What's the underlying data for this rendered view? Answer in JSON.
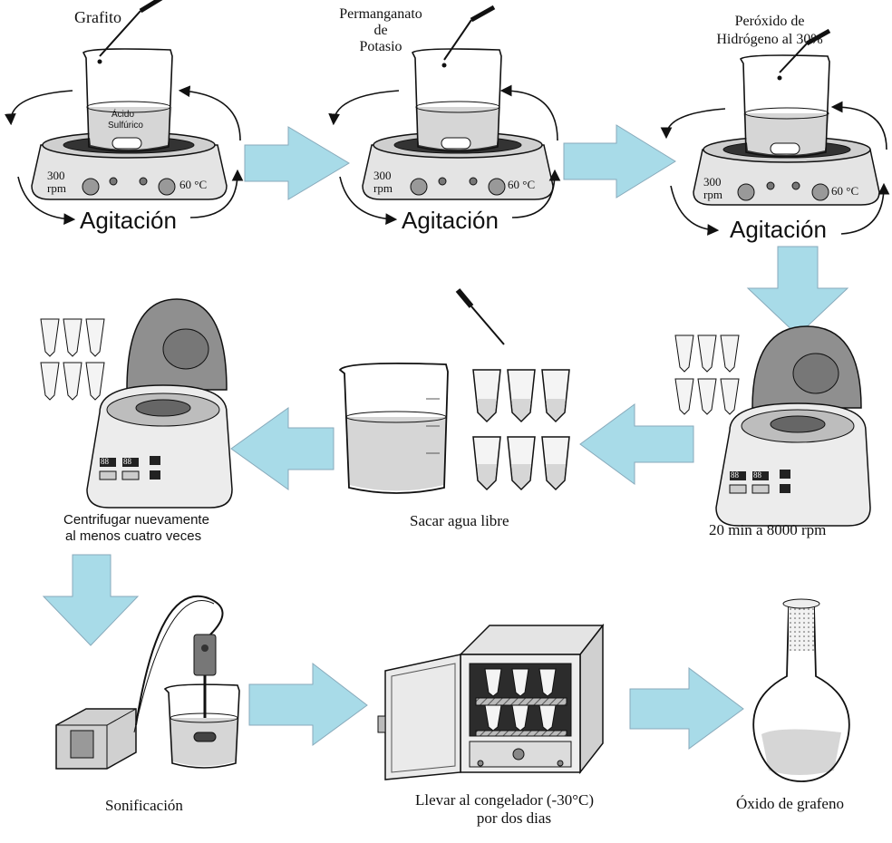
{
  "step1": {
    "reagent": "Grafito",
    "liquid_label_1": "Ácido",
    "liquid_label_2": "Sulfúrico",
    "rpm_value": "300",
    "rpm_unit": "rpm",
    "temp": "60 °C",
    "action": "Agitación"
  },
  "step2": {
    "reagent_1": "Permanganato",
    "reagent_2": "de",
    "reagent_3": "Potasio",
    "rpm_value": "300",
    "rpm_unit": "rpm",
    "temp": "60 °C",
    "action": "Agitación"
  },
  "step3": {
    "reagent_1": "Peróxido de",
    "reagent_2": "Hidrógeno al 30%",
    "rpm_value": "300",
    "rpm_unit": "rpm",
    "temp": "60 °C",
    "action": "Agitación"
  },
  "step4": {
    "caption": "20 min a 8000 rpm",
    "display_1": "88",
    "display_2": "88"
  },
  "step5": {
    "caption": "Sacar agua libre"
  },
  "step6": {
    "caption_1": "Centrifugar nuevamente",
    "caption_2": "al menos cuatro veces",
    "display_1": "88",
    "display_2": "88"
  },
  "step7": {
    "caption": "Sonificación"
  },
  "step8": {
    "caption_1": "Llevar al congelador (-30°C)",
    "caption_2": "por dos dias"
  },
  "step9": {
    "caption": "Óxido de grafeno"
  },
  "colors": {
    "arrow": "#a8dbe8",
    "liquid": "#d6d6d6",
    "base": "#dcdcdc"
  }
}
